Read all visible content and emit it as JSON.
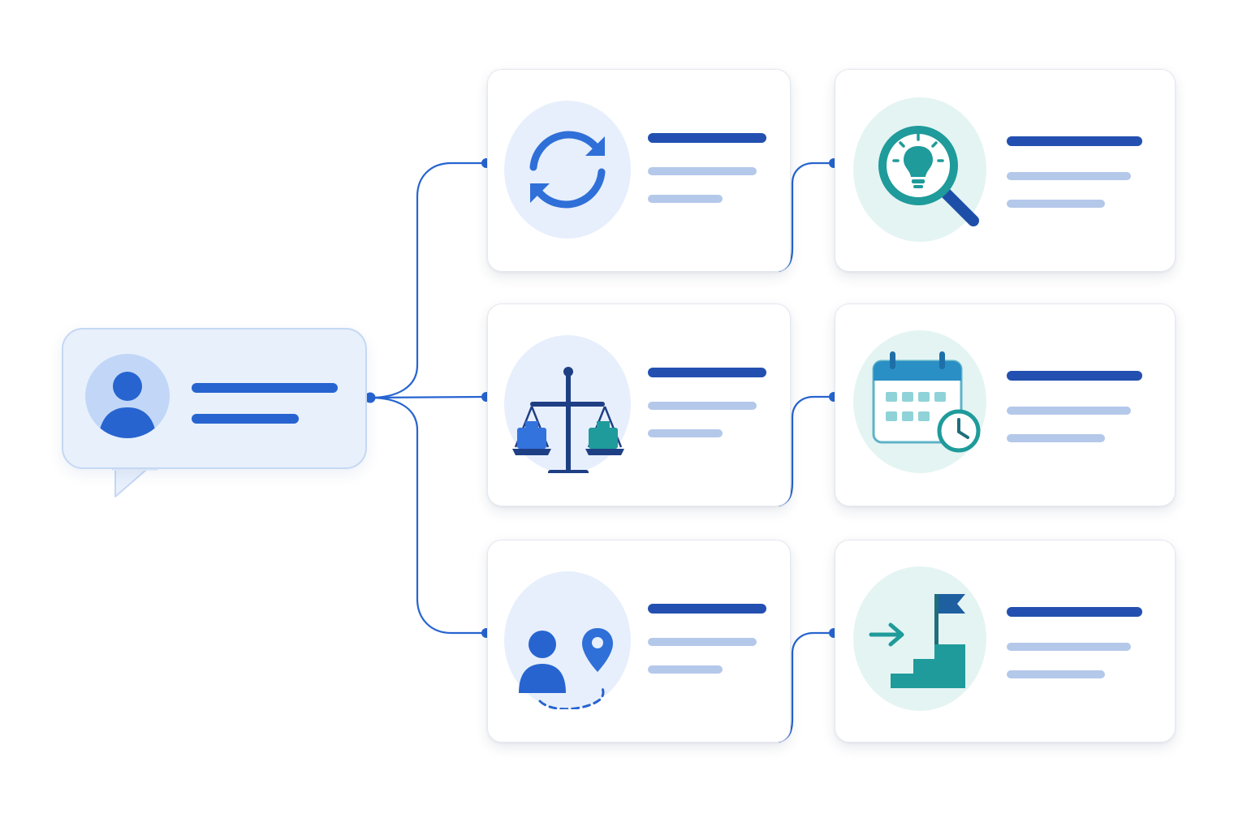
{
  "colors": {
    "primary": "#2764d0",
    "navy": "#2350b0",
    "muted_line": "#b4c8ea",
    "teal": "#1e9b9a",
    "bubble_bg": "#e8f0fc",
    "blue_circle_bg": "#e7effc",
    "teal_circle_bg": "#e4f4f3"
  },
  "source": {
    "avatar_icon": "user-icon"
  },
  "cards": [
    {
      "id": "card-cycle",
      "icon": "refresh-cycle-icon",
      "tone": "blue"
    },
    {
      "id": "card-insight",
      "icon": "lightbulb-search-icon",
      "tone": "teal"
    },
    {
      "id": "card-balance",
      "icon": "balance-scale-icon",
      "tone": "blue"
    },
    {
      "id": "card-schedule",
      "icon": "calendar-clock-icon",
      "tone": "teal"
    },
    {
      "id": "card-journey",
      "icon": "person-location-path-icon",
      "tone": "blue"
    },
    {
      "id": "card-progress",
      "icon": "steps-flag-icon",
      "tone": "teal"
    }
  ]
}
